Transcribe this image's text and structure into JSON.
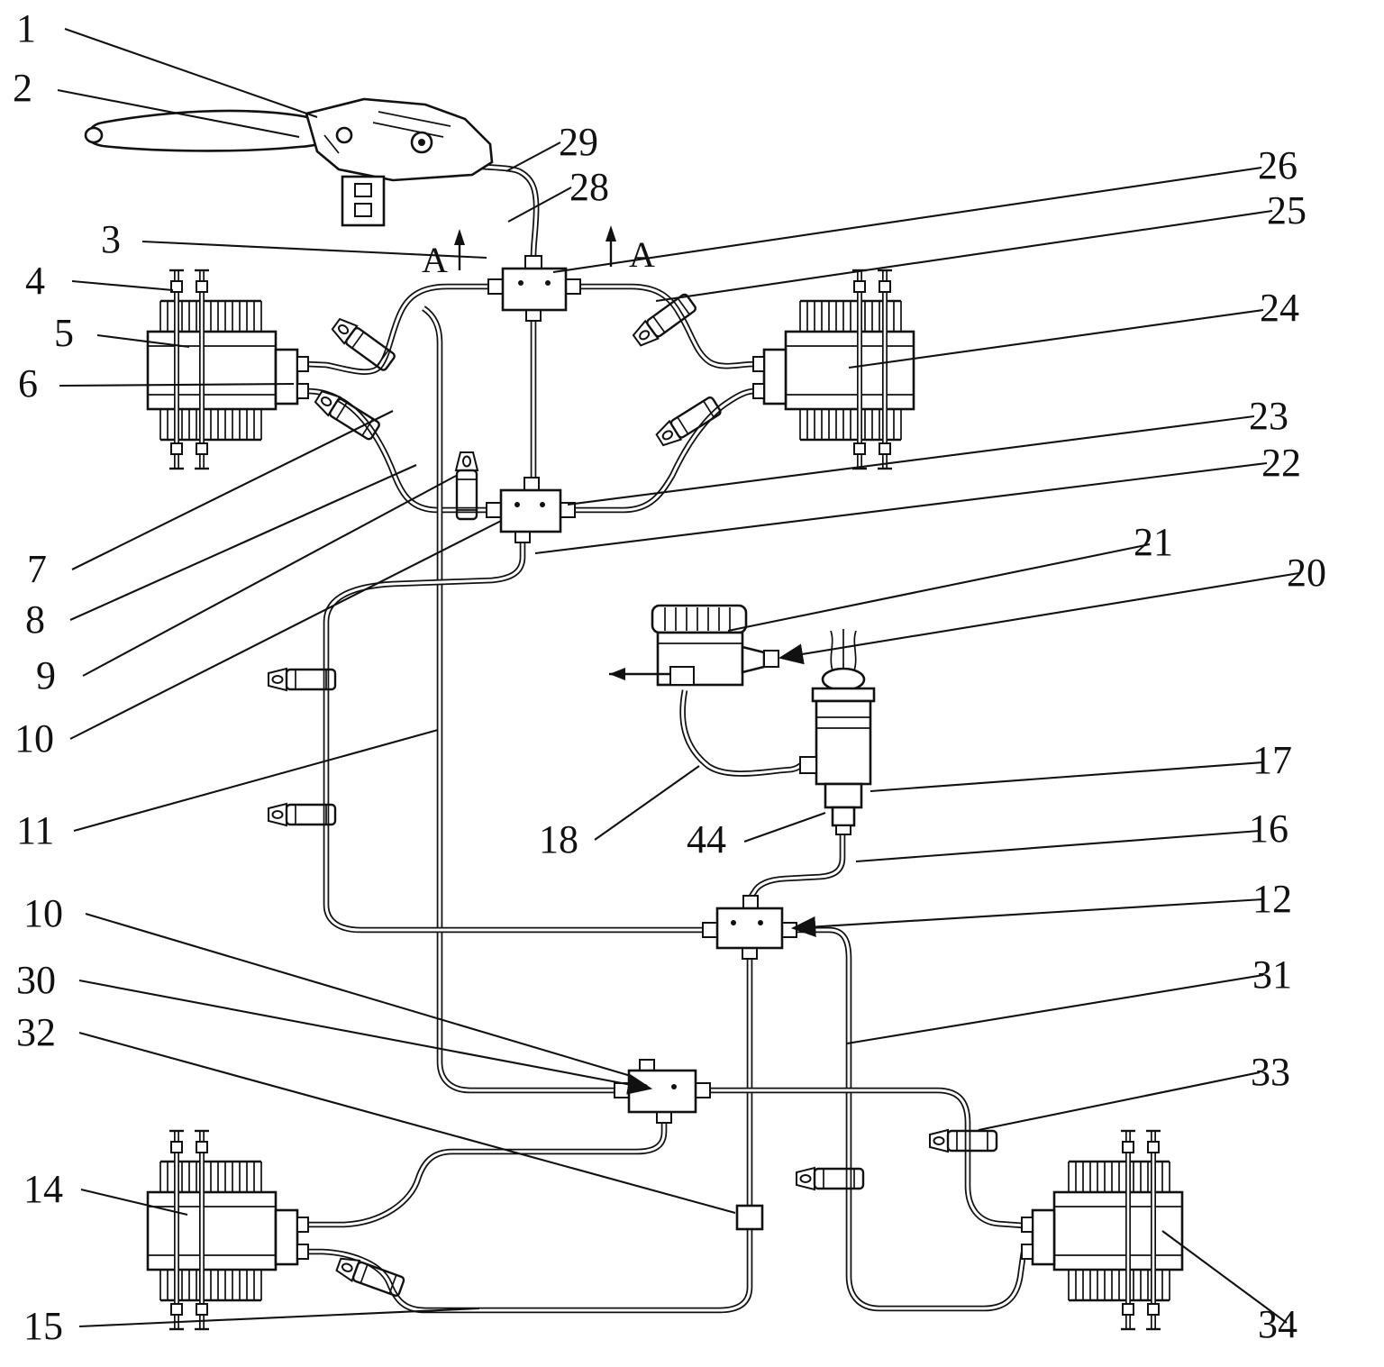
{
  "colors": {
    "line": "#111111",
    "background": "#ffffff"
  },
  "callouts": [
    {
      "text": "1"
    },
    {
      "text": "2"
    },
    {
      "text": "3"
    },
    {
      "text": "4"
    },
    {
      "text": "5"
    },
    {
      "text": "6"
    },
    {
      "text": "7"
    },
    {
      "text": "8"
    },
    {
      "text": "9"
    },
    {
      "text": "10"
    },
    {
      "text": "11"
    },
    {
      "text": "10"
    },
    {
      "text": "30"
    },
    {
      "text": "32"
    },
    {
      "text": "14"
    },
    {
      "text": "15"
    },
    {
      "text": "29"
    },
    {
      "text": "28"
    },
    {
      "text": "26"
    },
    {
      "text": "25"
    },
    {
      "text": "24"
    },
    {
      "text": "23"
    },
    {
      "text": "22"
    },
    {
      "text": "21"
    },
    {
      "text": "20"
    },
    {
      "text": "17"
    },
    {
      "text": "16"
    },
    {
      "text": "12"
    },
    {
      "text": "31"
    },
    {
      "text": "33"
    },
    {
      "text": "34"
    },
    {
      "text": "18"
    },
    {
      "text": "44"
    }
  ],
  "section_markers": [
    {
      "text": "A"
    },
    {
      "text": "A"
    }
  ]
}
